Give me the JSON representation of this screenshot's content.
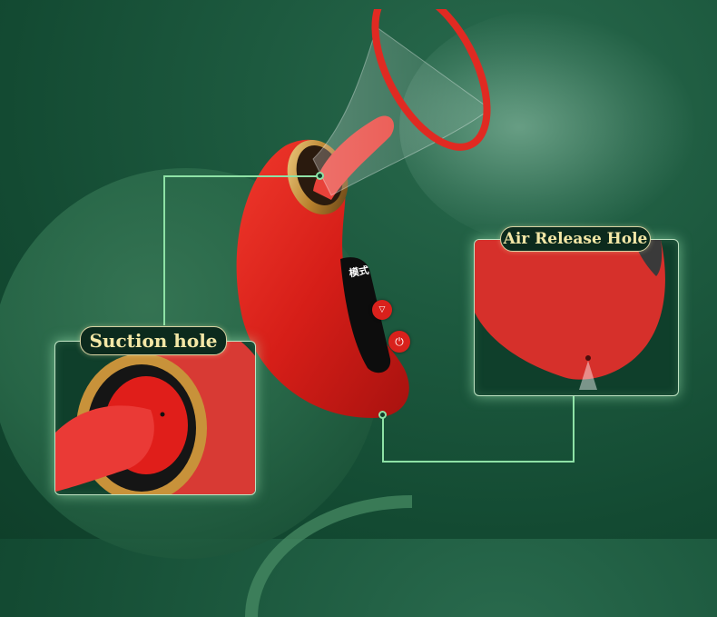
{
  "colors": {
    "background": "#1a5a3e",
    "product_red": "#d9211c",
    "label_text": "#f3e7a6",
    "label_bg": "#0c2a1d",
    "leader_line": "#8ee2a6",
    "gold_ring": "#c99a3e"
  },
  "callouts": {
    "suction": {
      "label": "Suction hole"
    },
    "air_release": {
      "label": "Air Release Hole"
    }
  },
  "device": {
    "display_text": "模式",
    "buttons": [
      {
        "icon": "mode-triangle-icon"
      },
      {
        "icon": "power-icon"
      }
    ]
  }
}
